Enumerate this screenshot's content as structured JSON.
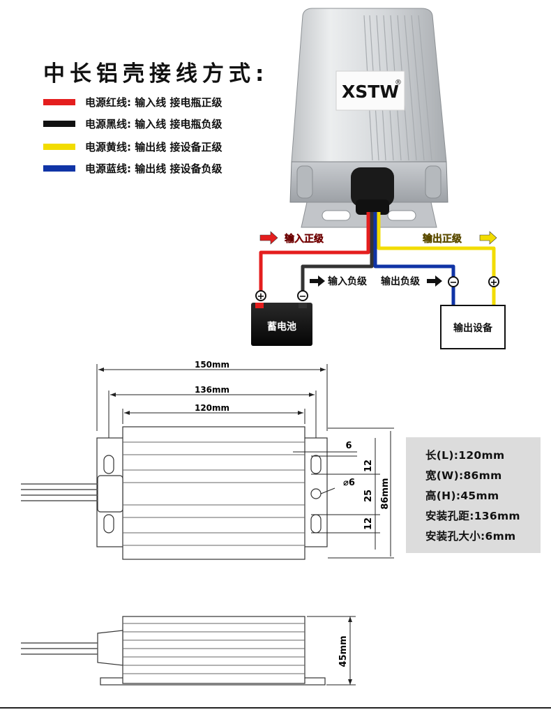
{
  "title": "中长铝壳接线方式:",
  "legend": [
    {
      "label": "电源红线: 输入线 接电瓶正级",
      "color": "#e41e1e"
    },
    {
      "label": "电源黑线: 输入线 接电瓶负级",
      "color": "#111111"
    },
    {
      "label": "电源黄线: 输出线 接设备正级",
      "color": "#f2dc00"
    },
    {
      "label": "电源蓝线: 输出线 接设备负级",
      "color": "#1034a6"
    }
  ],
  "brand": {
    "logo": "XSTW",
    "registered": "®"
  },
  "wiring": {
    "input_positive": "输入正级",
    "output_positive": "输出正级",
    "input_negative": "输入负级",
    "output_negative": "输出负级",
    "battery": "蓄电池",
    "device": "输出设备",
    "plus_symbol": "+",
    "minus_symbol": "−"
  },
  "dimensions": {
    "overall_length": "150mm",
    "hole_spacing": "136mm",
    "body_length": "120mm",
    "slot_width": "6",
    "slot_height_top": "12",
    "hole_diameter": "⌀6",
    "hole_gap": "25",
    "slot_height_bottom": "12",
    "width": "86mm",
    "height": "45mm"
  },
  "specs": [
    "长(L):120mm",
    "宽(W):86mm",
    "高(H):45mm",
    "安装孔距:136mm",
    "安装孔大小:6mm"
  ]
}
